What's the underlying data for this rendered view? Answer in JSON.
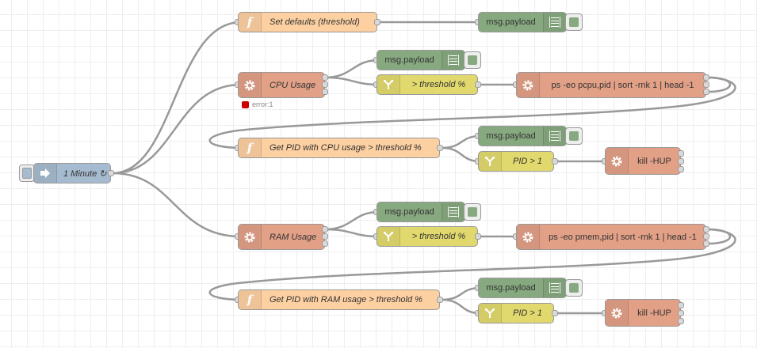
{
  "colors": {
    "inject": "#a6bbcf",
    "function": "#fdd0a2",
    "exec": "#e2a087",
    "debug": "#87a980",
    "switch": "#e2d96e",
    "error": "#cc0000",
    "wire": "#999999",
    "debug_active": "#87a980"
  },
  "nodes": {
    "inject": {
      "label": "1 Minute ↻",
      "icon": "arrow-in-icon"
    },
    "set_defaults": {
      "label": "Set defaults (threshold)",
      "icon": "function-icon"
    },
    "debug_defaults": {
      "label": "msg.payload",
      "icon": "list-icon"
    },
    "cpu_usage": {
      "label": "CPU Usage",
      "icon": "gear-icon",
      "status": "error:1"
    },
    "cpu_debug": {
      "label": "msg.payload",
      "icon": "list-icon"
    },
    "cpu_switch": {
      "label": "> threshold %",
      "icon": "switch-icon"
    },
    "cpu_ps": {
      "label": "ps -eo pcpu,pid | sort -rnk 1 | head -1",
      "icon": "gear-icon"
    },
    "cpu_get_pid": {
      "label": "Get PID with CPU usage > threshold %",
      "icon": "function-icon"
    },
    "cpu_pid_debug": {
      "label": "msg.payload",
      "icon": "list-icon"
    },
    "cpu_pid_switch": {
      "label": "PID > 1",
      "icon": "switch-icon"
    },
    "cpu_kill": {
      "label": "kill -HUP",
      "icon": "gear-icon"
    },
    "ram_usage": {
      "label": "RAM Usage",
      "icon": "gear-icon"
    },
    "ram_debug": {
      "label": "msg.payload",
      "icon": "list-icon"
    },
    "ram_switch": {
      "label": "> threshold %",
      "icon": "switch-icon"
    },
    "ram_ps": {
      "label": "ps -eo pmem,pid | sort -rnk 1 | head -1",
      "icon": "gear-icon"
    },
    "ram_get_pid": {
      "label": "Get PID with RAM usage > threshold %",
      "icon": "function-icon"
    },
    "ram_pid_debug": {
      "label": "msg.payload",
      "icon": "list-icon"
    },
    "ram_pid_switch": {
      "label": "PID > 1",
      "icon": "switch-icon"
    },
    "ram_kill": {
      "label": "kill -HUP",
      "icon": "gear-icon"
    }
  }
}
